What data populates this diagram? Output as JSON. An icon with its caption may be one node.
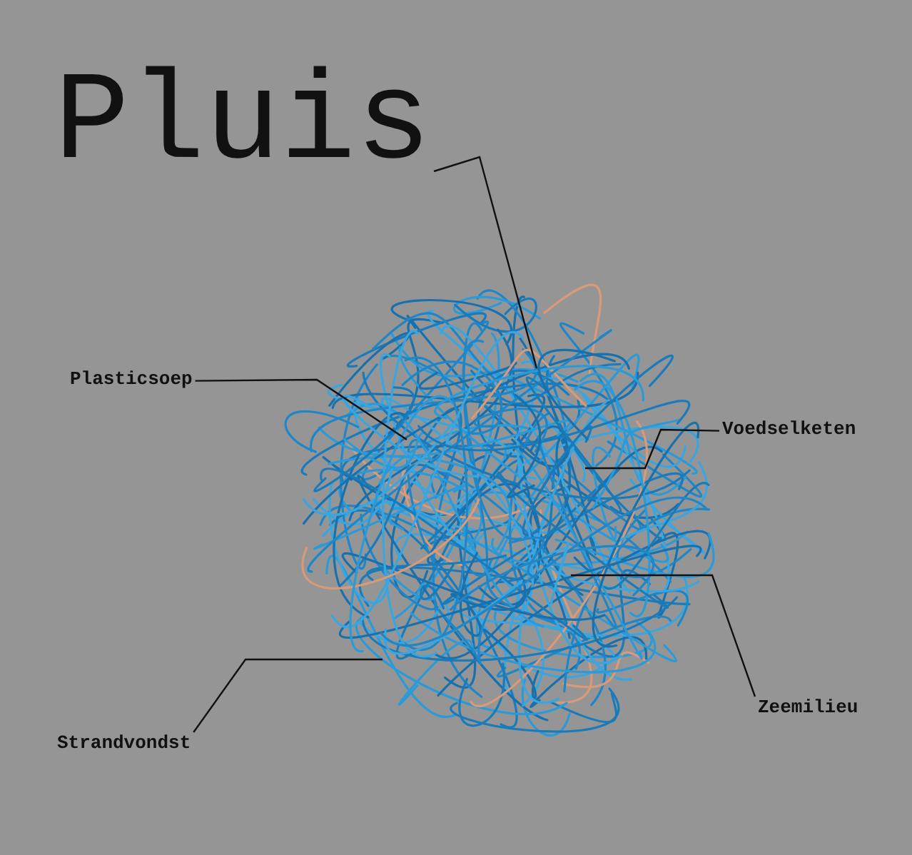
{
  "diagram": {
    "nodes": [
      {
        "text": [
          "Pluis"
        ]
      },
      {
        "text": [
          "Plasticsoep"
        ]
      },
      {
        "text": [
          "Voedselketen"
        ]
      },
      {
        "text": [
          "Zeemilieu"
        ]
      },
      {
        "text": [
          "Strandvondst"
        ]
      },
      {
        "text": [],
        "shape": "picture"
      }
    ],
    "edges": [
      {
        "from": 0,
        "to": 5,
        "arrow": "none"
      },
      {
        "from": 1,
        "to": 5,
        "arrow": "none"
      },
      {
        "from": 2,
        "to": 5,
        "arrow": "none"
      },
      {
        "from": 3,
        "to": 5,
        "arrow": "none"
      },
      {
        "from": 4,
        "to": 5,
        "arrow": "none"
      }
    ]
  }
}
